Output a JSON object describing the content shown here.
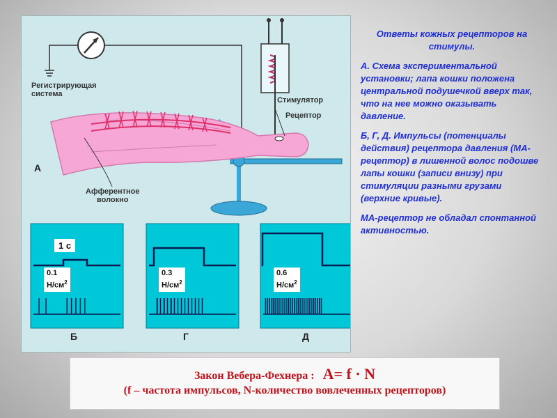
{
  "figure": {
    "labels": {
      "recording_system": "Регистрирующая\nсистема",
      "stimulator": "Стимулятор",
      "receptor": "Рецептор",
      "afferent_fiber": "Афферентное\nволокно",
      "panel_a": "А"
    },
    "traces": [
      {
        "letter": "Б",
        "pressure_value": "0.1",
        "pressure_unit": "Н/см",
        "unit_exp": "2",
        "badge": "1 с"
      },
      {
        "letter": "Г",
        "pressure_value": "0.3",
        "pressure_unit": "Н/см",
        "unit_exp": "2"
      },
      {
        "letter": "Д",
        "pressure_value": "0.6",
        "pressure_unit": "Н/см",
        "unit_exp": "2"
      }
    ]
  },
  "text": {
    "title": "Ответы кожных рецепторов на стимулы.",
    "paragraphs": [
      "А. Схема экспериментальной установки; лапа кошки положена центральной подушечкой вверх так, что на нее можно оказывать давление.",
      "Б, Г, Д. Импульсы (потенциалы действия) рецептора давления (МА-рецептор) в лишенной волос подошве лапы кошки (записи внизу) при стимуляции разными грузами (верхние кривые).",
      "МА-рецептор не обладал спонтанной активностью."
    ]
  },
  "law": {
    "name": "Закон Вебера-Фехнера :",
    "formula": "A= f · N",
    "explanation": "(f – частота импульсов, N-количество вовлеченных рецепторов)"
  },
  "colors": {
    "panel_bg": "#cfe8ec",
    "trace_bg": "#00c8d8",
    "apparatus_blue": "#3aa7d8",
    "arm_pink": "#f6a7d6",
    "nerve_red": "#e0306a",
    "text_blue": "#1f2fd6",
    "law_red": "#c0141c"
  }
}
